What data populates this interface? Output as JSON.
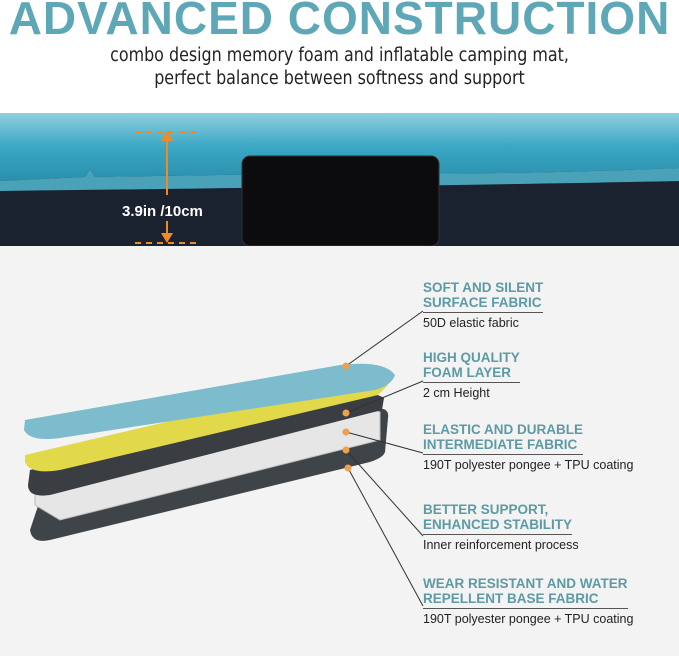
{
  "header": {
    "title": "ADVANCED CONSTRUCTION",
    "subtitle_line1": "combo design memory foam and inflatable camping mat,",
    "subtitle_line2": "perfect balance between softness and support"
  },
  "photo": {
    "measurement": "3.9in /10cm"
  },
  "layers": [
    {
      "title1": "SOFT AND SILENT",
      "title2": "SURFACE FABRIC",
      "desc": "50D elastic fabric"
    },
    {
      "title1": "HIGH QUALITY",
      "title2": "FOAM LAYER",
      "desc": "2 cm Height"
    },
    {
      "title1": "ELASTIC AND DURABLE",
      "title2": "INTERMEDIATE FABRIC",
      "desc": "190T polyester pongee + TPU coating"
    },
    {
      "title1": "BETTER SUPPORT,",
      "title2": "ENHANCED STABILITY",
      "desc": "Inner reinforcement process"
    },
    {
      "title1": "WEAR RESISTANT AND WATER",
      "title2": "REPELLENT BASE FABRIC",
      "desc": "190T polyester pongee + TPU coating"
    }
  ],
  "colors": {
    "accent": "#5ea7b7",
    "label": "#5d9aa3",
    "dot": "#f0a04b",
    "measure": "#f08a24"
  }
}
